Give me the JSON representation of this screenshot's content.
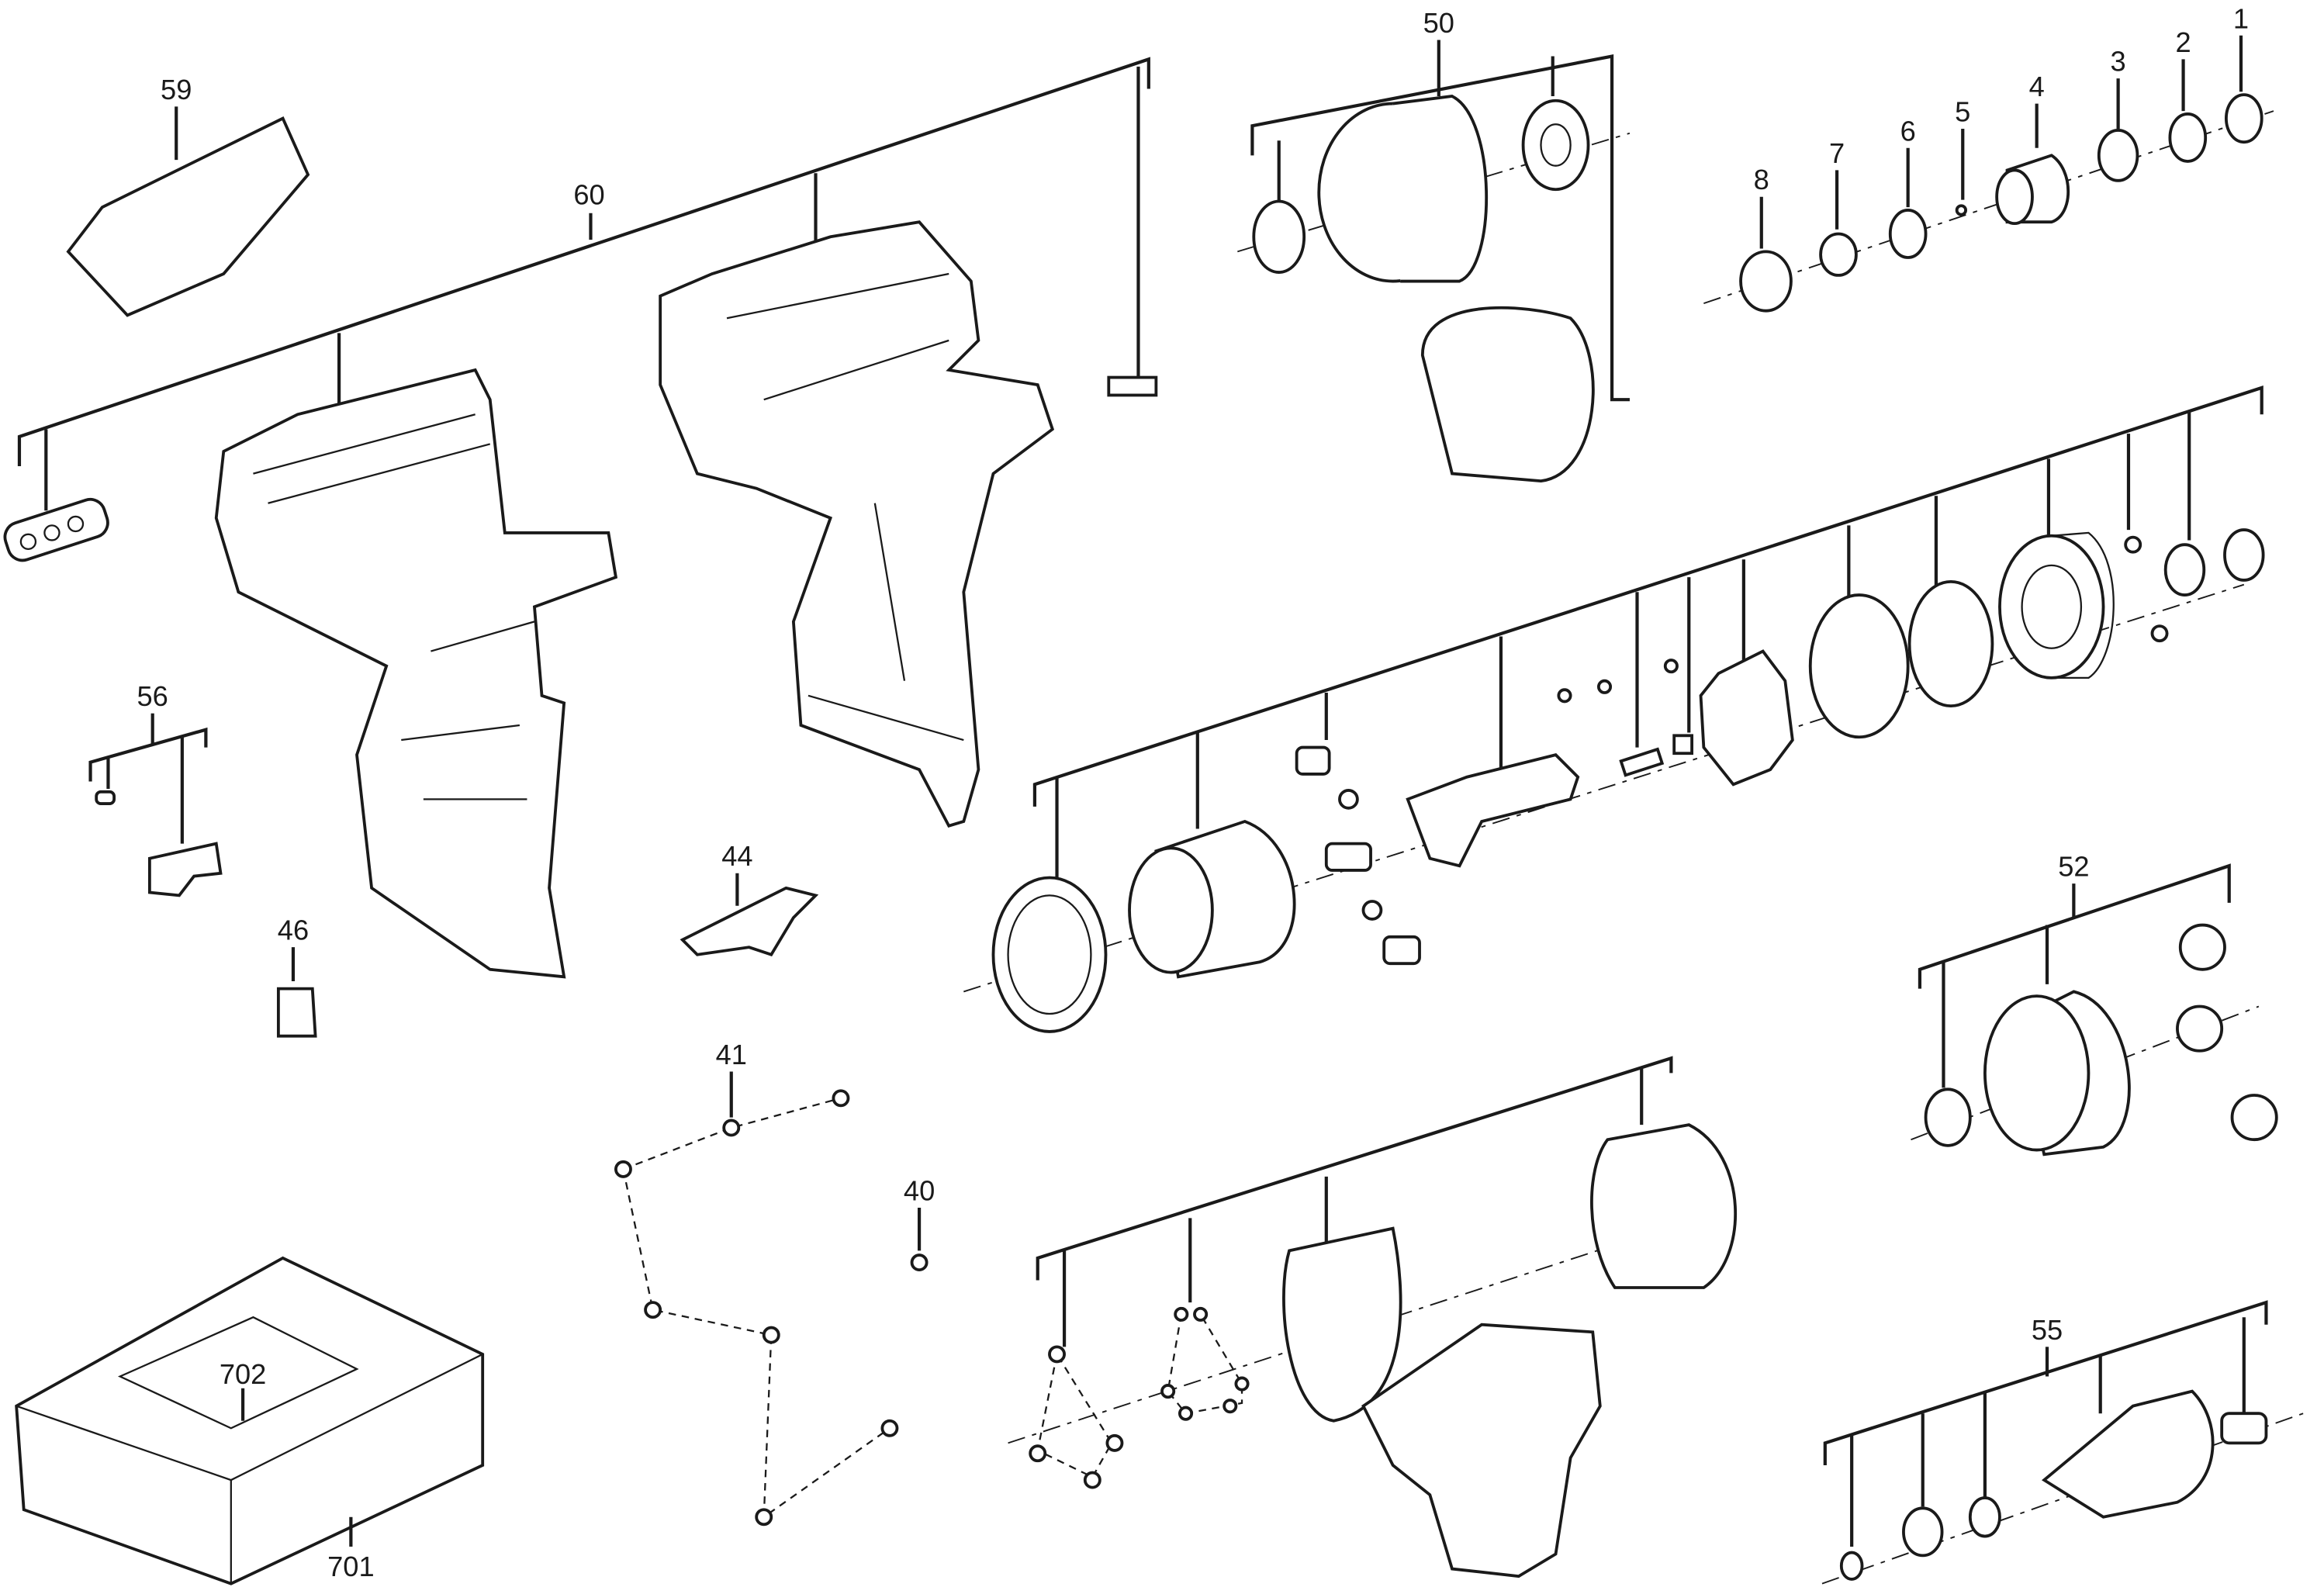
{
  "diagram": {
    "title": "Exploded parts diagram",
    "labels": {
      "p59": "59",
      "p60": "60",
      "p50": "50",
      "p1": "1",
      "p2": "2",
      "p3": "3",
      "p4": "4",
      "p5": "5",
      "p6": "6",
      "p7": "7",
      "p8": "8",
      "p56": "56",
      "p46": "46",
      "p44": "44",
      "p41": "41",
      "p40": "40",
      "p52": "52",
      "p55": "55",
      "p702": "702",
      "p701": "701"
    }
  }
}
